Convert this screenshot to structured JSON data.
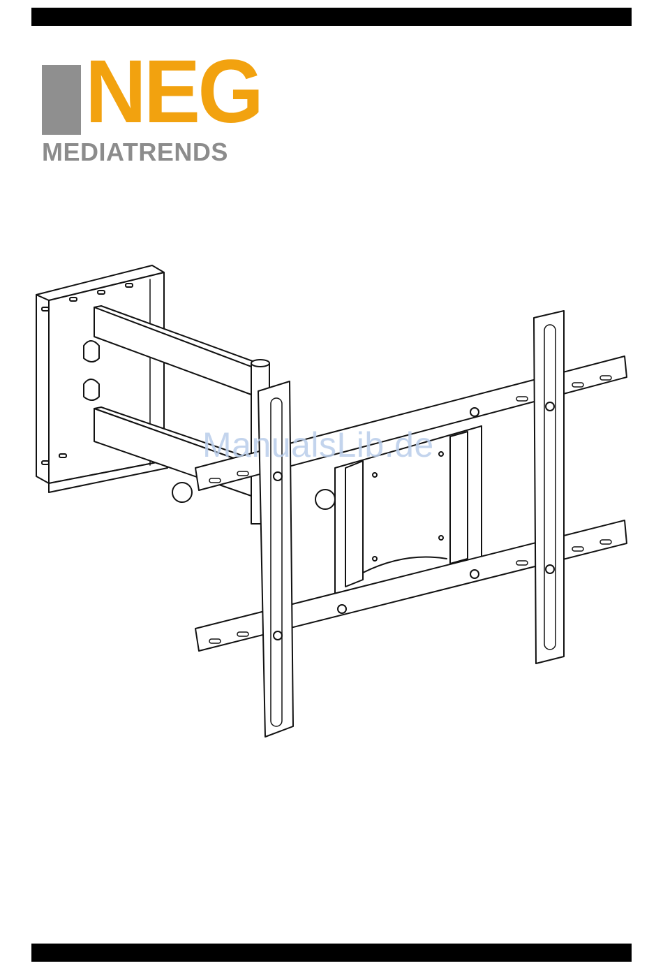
{
  "logo": {
    "brand": "NEG",
    "subtitle": "MEDIATRENDS"
  },
  "watermark": {
    "text": "ManualsLib.de"
  },
  "colors": {
    "accent": "#f2a20f",
    "gray": "#8c8c8c",
    "bar": "#000000",
    "watermark": "#b9cdea"
  }
}
